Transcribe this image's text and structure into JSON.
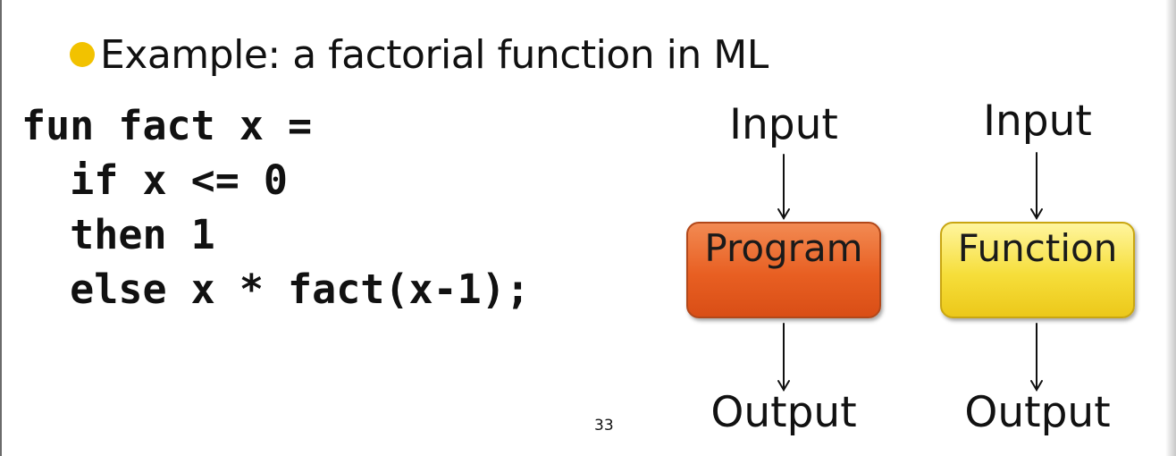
{
  "slide": {
    "bullet": "Example: a factorial function in ML",
    "code": [
      "fun fact x =",
      "  if x <= 0",
      "  then 1",
      "  else x * fact(x-1);"
    ],
    "diagram": {
      "program": {
        "input_label": "Input",
        "box_label": "Program",
        "output_label": "Output",
        "color": "#e85f22"
      },
      "function": {
        "input_label": "Input",
        "box_label": "Function",
        "output_label": "Output",
        "color": "#f6de3a"
      }
    },
    "page_number": "33",
    "bullet_color": "#f2c200"
  }
}
